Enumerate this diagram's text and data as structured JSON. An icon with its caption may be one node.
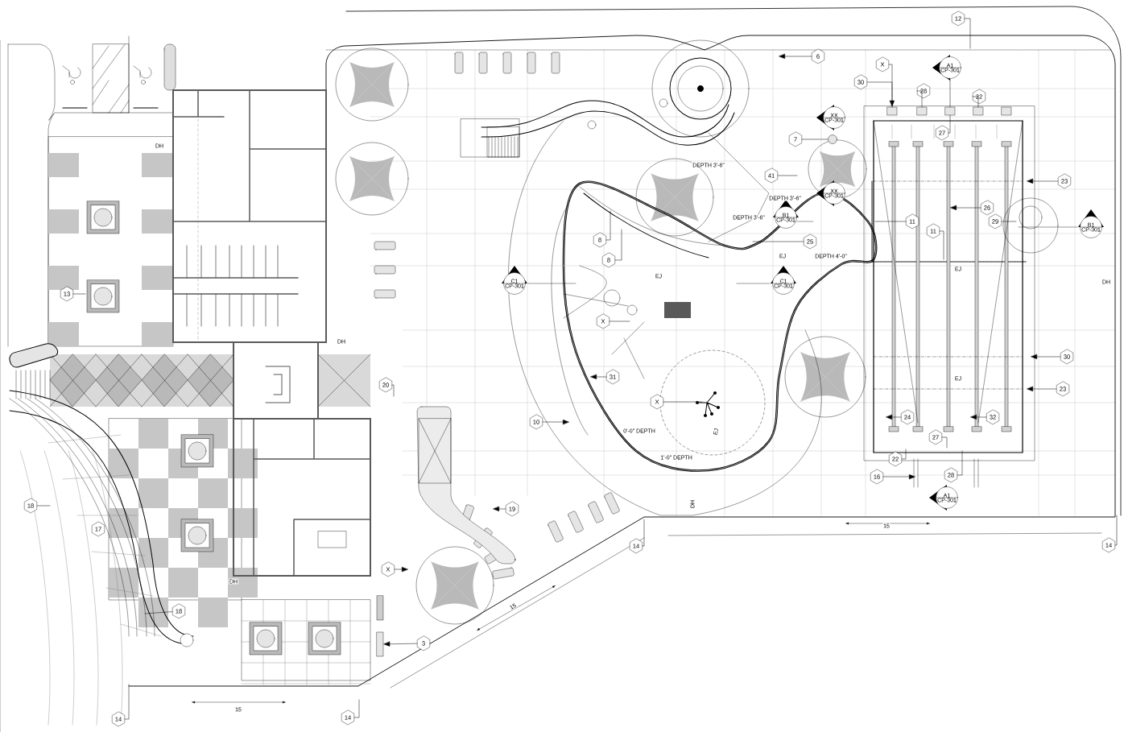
{
  "diagram": {
    "nodes": [
      {
        "text": [
          "12"
        ]
      },
      {
        "text": [
          "6"
        ]
      },
      {
        "text": [
          "A1",
          "CP-301"
        ]
      },
      {
        "text": [
          "X"
        ]
      },
      {
        "text": [
          "30"
        ]
      },
      {
        "text": [
          "28"
        ]
      },
      {
        "text": [
          "22"
        ]
      },
      {
        "text": [
          "XX",
          "CP-301"
        ]
      },
      {
        "text": [
          "27"
        ]
      },
      {
        "text": [
          "7"
        ]
      },
      {
        "text": [
          "41"
        ]
      },
      {
        "text": [
          "23"
        ]
      },
      {
        "text": [
          "XX",
          "CP-301"
        ]
      },
      {
        "text": [
          "26"
        ]
      },
      {
        "text": [
          "B1",
          "CP-301"
        ]
      },
      {
        "text": [
          "11"
        ]
      },
      {
        "text": [
          "29"
        ]
      },
      {
        "text": [
          "B1",
          "CP-301"
        ]
      },
      {
        "text": [
          "11"
        ]
      },
      {
        "text": [
          "25"
        ]
      },
      {
        "text": [
          "8"
        ]
      },
      {
        "text": [
          "8"
        ]
      },
      {
        "text": [
          "C1",
          "CP-301"
        ]
      },
      {
        "text": [
          "C1",
          "CP-301"
        ]
      },
      {
        "text": [
          "13"
        ]
      },
      {
        "text": [
          "X"
        ]
      },
      {
        "text": [
          "30"
        ]
      },
      {
        "text": [
          "31"
        ]
      },
      {
        "text": [
          "20"
        ]
      },
      {
        "text": [
          "23"
        ]
      },
      {
        "text": [
          "X"
        ]
      },
      {
        "text": [
          "24"
        ]
      },
      {
        "text": [
          "32"
        ]
      },
      {
        "text": [
          "10"
        ]
      },
      {
        "text": [
          "27"
        ]
      },
      {
        "text": [
          "22"
        ]
      },
      {
        "text": [
          "28"
        ]
      },
      {
        "text": [
          "16"
        ]
      },
      {
        "text": [
          "A1",
          "CP-301"
        ]
      },
      {
        "text": [
          "18"
        ]
      },
      {
        "text": [
          "19"
        ]
      },
      {
        "text": [
          "17"
        ]
      },
      {
        "text": [
          "14"
        ]
      },
      {
        "text": [
          "14"
        ]
      },
      {
        "text": [
          "X"
        ]
      },
      {
        "text": [
          "18"
        ]
      },
      {
        "text": [
          "3"
        ]
      },
      {
        "text": [
          "14"
        ]
      },
      {
        "text": [
          "14"
        ]
      },
      {
        "text": [],
        "shape": "box"
      },
      {
        "text": [],
        "shape": "box"
      },
      {
        "text": [],
        "shape": "box"
      },
      {
        "text": [],
        "shape": "box"
      },
      {
        "text": [],
        "shape": "box"
      },
      {
        "text": [],
        "shape": "circle"
      },
      {
        "text": [],
        "shape": "box"
      }
    ],
    "edges": [
      {
        "from": 0,
        "to": null,
        "arrow": "none"
      },
      {
        "from": 1,
        "to": null,
        "arrow": "to"
      },
      {
        "from": 2,
        "to": 51,
        "arrow": "none"
      },
      {
        "from": 3,
        "to": 49,
        "arrow": "to"
      },
      {
        "from": 4,
        "to": 49,
        "arrow": "none"
      },
      {
        "from": 5,
        "to": 50,
        "arrow": "none"
      },
      {
        "from": 6,
        "to": 52,
        "arrow": "none"
      },
      {
        "from": 8,
        "to": 51,
        "arrow": "none"
      },
      {
        "from": 9,
        "to": 54,
        "arrow": "none"
      },
      {
        "from": 10,
        "to": null,
        "arrow": "none"
      },
      {
        "from": 11,
        "to": null,
        "arrow": "to"
      },
      {
        "from": 13,
        "to": null,
        "arrow": "to"
      },
      {
        "from": 15,
        "to": null,
        "arrow": "none"
      },
      {
        "from": 16,
        "to": null,
        "arrow": "none"
      },
      {
        "from": 18,
        "to": null,
        "arrow": "none"
      },
      {
        "from": 19,
        "to": null,
        "arrow": "none"
      },
      {
        "from": 20,
        "to": null,
        "arrow": "none"
      },
      {
        "from": 21,
        "to": null,
        "arrow": "none"
      },
      {
        "from": 24,
        "to": null,
        "arrow": "none"
      },
      {
        "from": 25,
        "to": null,
        "arrow": "none"
      },
      {
        "from": 26,
        "to": null,
        "arrow": "to"
      },
      {
        "from": 27,
        "to": null,
        "arrow": "to"
      },
      {
        "from": 28,
        "to": null,
        "arrow": "none"
      },
      {
        "from": 29,
        "to": null,
        "arrow": "to"
      },
      {
        "from": 30,
        "to": null,
        "arrow": "none"
      },
      {
        "from": 31,
        "to": null,
        "arrow": "to"
      },
      {
        "from": 32,
        "to": null,
        "arrow": "to"
      },
      {
        "from": 33,
        "to": null,
        "arrow": "to"
      },
      {
        "from": 34,
        "to": null,
        "arrow": "none"
      },
      {
        "from": 35,
        "to": null,
        "arrow": "none"
      },
      {
        "from": 36,
        "to": null,
        "arrow": "none"
      },
      {
        "from": 37,
        "to": null,
        "arrow": "to"
      },
      {
        "from": 39,
        "to": null,
        "arrow": "none"
      },
      {
        "from": 40,
        "to": null,
        "arrow": "to"
      },
      {
        "from": 42,
        "to": null,
        "arrow": "none"
      },
      {
        "from": 43,
        "to": null,
        "arrow": "none"
      },
      {
        "from": 44,
        "to": null,
        "arrow": "to"
      },
      {
        "from": 45,
        "to": null,
        "arrow": "none"
      },
      {
        "from": 46,
        "to": 55,
        "arrow": "to"
      },
      {
        "from": 47,
        "to": null,
        "arrow": "none"
      },
      {
        "from": 48,
        "to": null,
        "arrow": "none"
      }
    ],
    "labels": [
      "DH",
      "DH",
      "DH",
      "DH",
      "DH",
      "EJ",
      "EJ",
      "EJ",
      "EJ",
      "EJ",
      "DEPTH 3'-6\"",
      "DEPTH 3'-6\"",
      "DEPTH 3'-6\"",
      "DEPTH 4'-0\"",
      "0'-0\" DEPTH",
      "1'-0\" DEPTH",
      "15",
      "15",
      "15"
    ]
  }
}
